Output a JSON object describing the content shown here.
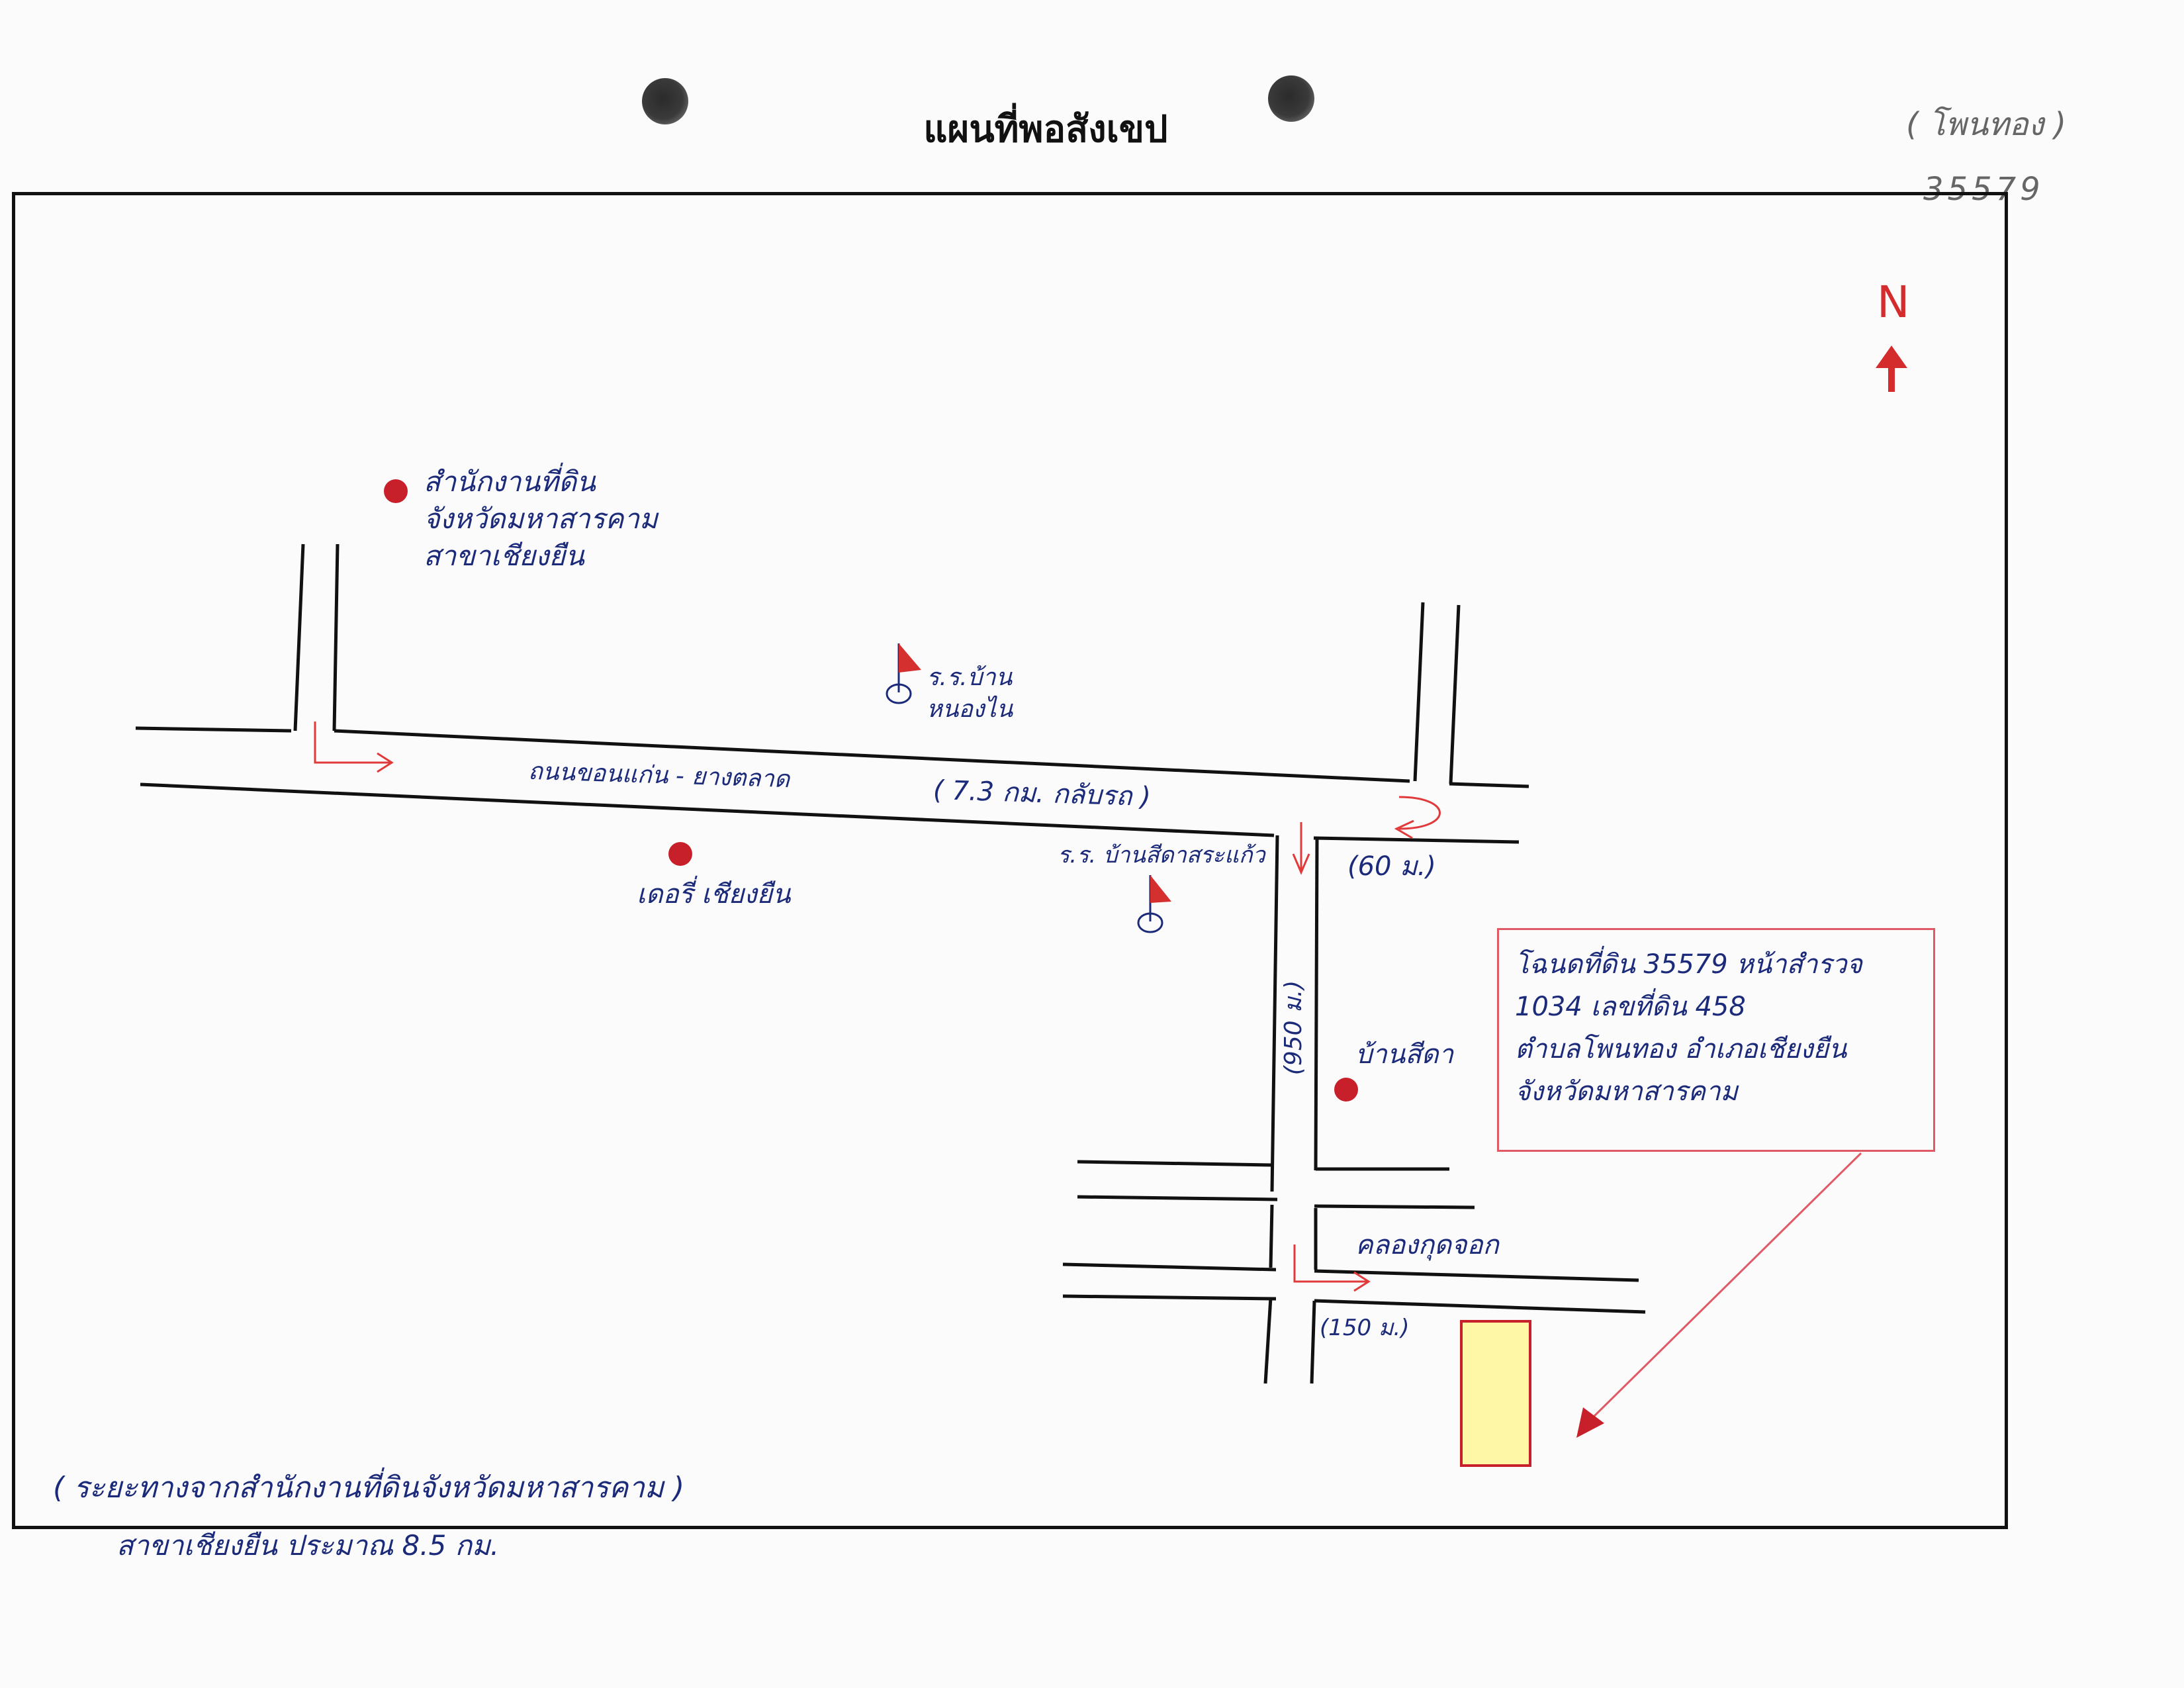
{
  "title": "แผนที่พอสังเขป",
  "corner_note": {
    "area": "( โพนทอง )",
    "code": "35579"
  },
  "north_label": "N",
  "landmarks": {
    "land_office": [
      "สำนักงานที่ดิน",
      "จังหวัดมหาสารคาม",
      "สาขาเชียงยืน"
    ],
    "school_nongnai": [
      "ร.ร.บ้าน",
      "หนองไน"
    ],
    "school_bansida": "ร.ร. บ้านสีดาสระแก้ว",
    "dairy_queen": "เดอรี่ เชียงยืน",
    "bansida_village": "บ้านสีดา"
  },
  "roads": {
    "main_road": "ถนนขอนแก่น - ยางตลาด",
    "main_distance": "( 7.3 กม. กลับรถ )",
    "dist_60": "(60 ม.)",
    "dist_950": "(950 ม.)",
    "dist_150": "(150 ม.)",
    "canal": "คลองกุดจอก"
  },
  "callout": {
    "lines": [
      "โฉนดที่ดิน 35579 หน้าสำรวจ",
      "1034 เลขที่ดิน 458",
      "ตำบลโพนทอง อำเภอเชียงยืน",
      "จังหวัดมหาสารคาม"
    ]
  },
  "footer": {
    "line1": "( ระยะทางจากสำนักงานที่ดินจังหวัดมหาสารคาม )",
    "line2": "สาขาเชียงยืน ประมาณ 8.5 กม."
  },
  "colors": {
    "ink_blue": "#1c2a7a",
    "ink_red": "#c8202a",
    "parcel_fill": "#fdf7a6",
    "road_line": "#111111"
  }
}
